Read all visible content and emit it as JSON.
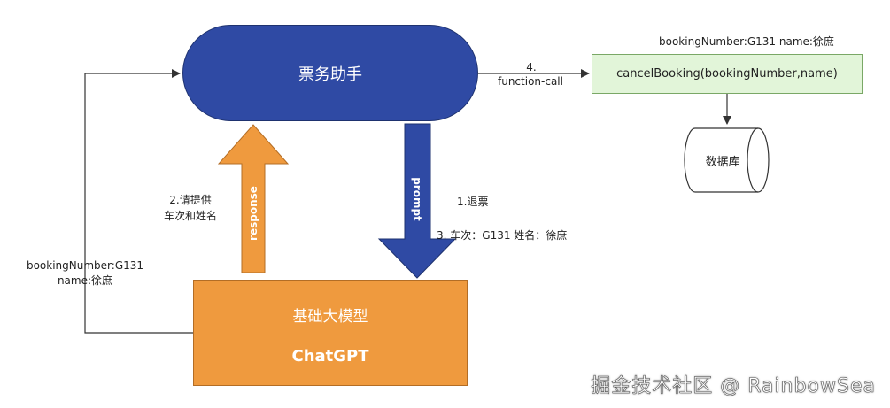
{
  "nodes": {
    "ticket_assistant": "票务助手",
    "base_model_title": "基础大模型",
    "base_model_subtitle": "ChatGPT",
    "function_call_box": "cancelBooking(bookingNumber,name)",
    "database": "数据库"
  },
  "edge_labels": {
    "function_call_step": "4.",
    "function_call_name": "function-call",
    "params_top": "bookingNumber:G131    name:徐庶",
    "params_left_line1": "bookingNumber:G131",
    "params_left_line2": "name:徐庶",
    "request_line1": "2.请提供",
    "request_line2": "车次和姓名",
    "response_arrow": "response",
    "prompt_arrow": "prompt",
    "cancel_ticket": "1.退票",
    "train_info": "3. 车次：G131  姓名：徐庶"
  },
  "colors": {
    "assistant_fill": "#2f4aa4",
    "model_fill": "#ef9a3e",
    "function_fill": "#e2f5d9",
    "prompt_arrow_fill": "#2f4aa4",
    "response_arrow_fill": "#ef9a3e"
  },
  "watermark": "掘金技术社区 @ RainbowSea"
}
